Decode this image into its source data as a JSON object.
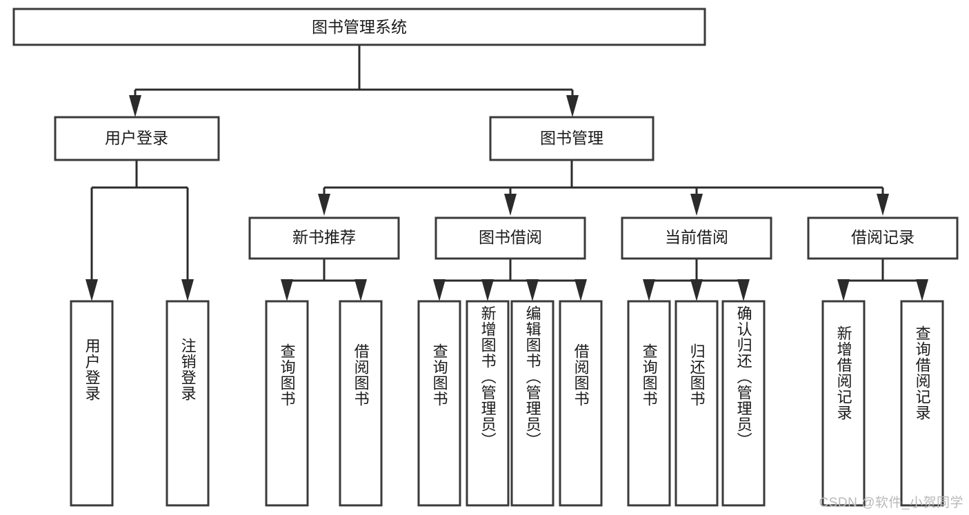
{
  "diagram": {
    "title": "图书管理系统",
    "type": "tree",
    "orientation": "top-down",
    "colors": {
      "box_stroke": "#3a3a3a",
      "box_fill": "#ffffff",
      "connector": "#2b2b2b",
      "text": "#1a1a1a",
      "watermark": "#b9b9b9",
      "background": "#ffffff"
    },
    "root": {
      "label": "图书管理系统"
    },
    "level2": [
      {
        "label": "用户登录"
      },
      {
        "label": "图书管理"
      }
    ],
    "level3": [
      {
        "label": "新书推荐"
      },
      {
        "label": "图书借阅"
      },
      {
        "label": "当前借阅"
      },
      {
        "label": "借阅记录"
      }
    ],
    "leaves": {
      "user_login": [
        {
          "label": "用户登录"
        },
        {
          "label": "注销登录"
        }
      ],
      "new_book_recommend": [
        {
          "label": "查询图书"
        },
        {
          "label": "借阅图书"
        }
      ],
      "book_borrow": [
        {
          "label": "查询图书"
        },
        {
          "label": "新增图书（管理员）"
        },
        {
          "label": "编辑图书（管理员）"
        },
        {
          "label": "借阅图书"
        }
      ],
      "current_borrow": [
        {
          "label": "查询图书"
        },
        {
          "label": "归还图书"
        },
        {
          "label": "确认归还（管理员）"
        }
      ],
      "borrow_record": [
        {
          "label": "新增借阅记录"
        },
        {
          "label": "查询借阅记录"
        }
      ]
    }
  },
  "watermark": {
    "text": "CSDN @软件_小贺同学"
  }
}
